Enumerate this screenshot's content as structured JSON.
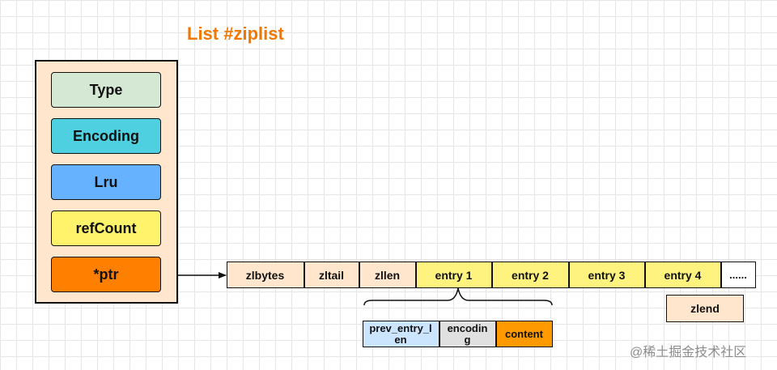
{
  "title": "List #ziplist",
  "colors": {
    "title": "#f07800",
    "object_bg": "#ffe6cc",
    "type": "#d5e8d4",
    "encoding": "#4fd0e0",
    "lru": "#66b2ff",
    "refcount": "#fff36b",
    "ptr": "#ff8000",
    "header_cell": "#ffe6cc",
    "entry_cell": "#fff380",
    "ellipsis_cell": "#ffffff",
    "prev_entry_len": "#cce5ff",
    "encoding_sub": "#e0e0e0",
    "content": "#ff9900",
    "zlend": "#ffe6cc"
  },
  "object_fields": [
    {
      "id": "type",
      "label": "Type"
    },
    {
      "id": "encoding",
      "label": "Encoding"
    },
    {
      "id": "lru",
      "label": "Lru"
    },
    {
      "id": "refcount",
      "label": "refCount"
    },
    {
      "id": "ptr",
      "label": "*ptr"
    }
  ],
  "ziplist_cells": [
    {
      "id": "zlbytes",
      "label": "zlbytes"
    },
    {
      "id": "zltail",
      "label": "zltail"
    },
    {
      "id": "zllen",
      "label": "zllen"
    },
    {
      "id": "entry-1",
      "label": "entry 1"
    },
    {
      "id": "entry-2",
      "label": "entry 2"
    },
    {
      "id": "entry-3",
      "label": "entry 3"
    },
    {
      "id": "entry-4",
      "label": "entry 4"
    },
    {
      "id": "ellipsis",
      "label": "......"
    }
  ],
  "entry_detail": [
    {
      "id": "prev-entry-len",
      "label": "prev_entry_len"
    },
    {
      "id": "encoding",
      "label": "encoding"
    },
    {
      "id": "content",
      "label": "content"
    }
  ],
  "zlend": "zlend",
  "watermark": "@稀土掘金技术社区"
}
